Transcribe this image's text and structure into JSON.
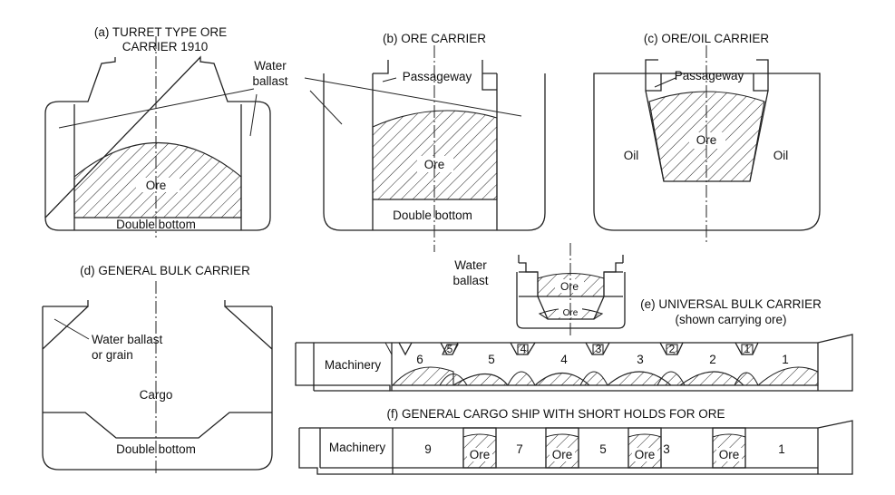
{
  "panel_a": {
    "title_line1": "(a) TURRET TYPE ORE",
    "title_line2": "CARRIER 1910",
    "water": "Water",
    "ballast": "ballast",
    "ore": "Ore",
    "double_bottom": "Double bottom"
  },
  "panel_b": {
    "title": "(b) ORE CARRIER",
    "passageway": "Passageway",
    "ore": "Ore",
    "double_bottom": "Double bottom"
  },
  "panel_c": {
    "title": "(c) ORE/OIL CARRIER",
    "passageway": "Passageway",
    "ore": "Ore",
    "oil_left": "Oil",
    "oil_right": "Oil"
  },
  "panel_d": {
    "title": "(d) GENERAL BULK CARRIER",
    "water_ballast_line1": "Water ballast",
    "water_ballast_line2": "or grain",
    "cargo": "Cargo",
    "double_bottom": "Double bottom"
  },
  "panel_e": {
    "water": "Water",
    "ballast": "ballast",
    "ore_upper": "Ore",
    "ore_lower": "Ore",
    "title_line1": "(e) UNIVERSAL  BULK CARRIER",
    "title_line2": "(shown carrying ore)",
    "machinery": "Machinery",
    "holds": [
      "6",
      "5",
      "4",
      "3",
      "2",
      "1"
    ],
    "wing_tanks": [
      "5",
      "4",
      "3",
      "2",
      "1"
    ]
  },
  "panel_f": {
    "title": "(f) GENERAL CARGO SHIP WITH SHORT HOLDS FOR ORE",
    "machinery": "Machinery",
    "labels": [
      "9",
      "Ore",
      "7",
      "Ore",
      "5",
      "Ore",
      "3",
      "Ore",
      "1"
    ]
  }
}
